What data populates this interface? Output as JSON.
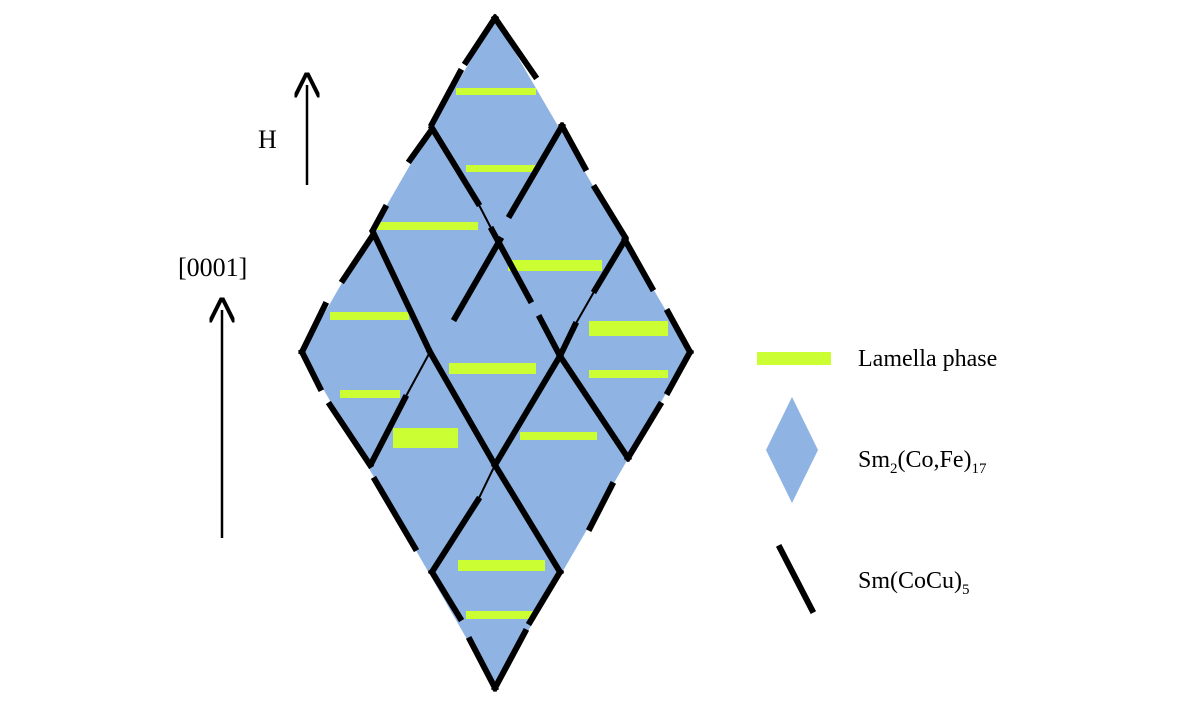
{
  "labels": {
    "field": "H",
    "direction": "[0001]"
  },
  "legend": [
    {
      "id": "lamella",
      "text": "Lamella phase"
    },
    {
      "id": "sm2cofe17",
      "base": "Sm",
      "sub1": "2",
      "mid": "(Co,Fe)",
      "sub2": "17"
    },
    {
      "id": "smcocu5",
      "base": "Sm(CoCu)",
      "sub1": "5"
    }
  ],
  "colors": {
    "cell_fill": "#8fb3e2",
    "lamella": "#ccff33",
    "boundary": "#000000",
    "background": "#ffffff"
  }
}
